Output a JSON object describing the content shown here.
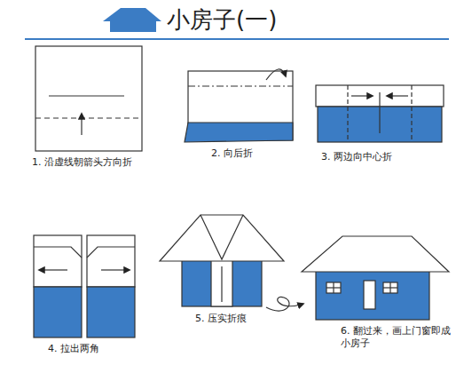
{
  "diagram": {
    "title": "小房子(一)",
    "labels": [
      "1. 沿虚线朝箭头方向折",
      "2. 向后折",
      "3. 两边向中心折",
      "4. 拉出两角",
      "5. 压实折痕",
      "6. 翻过来，画上门窗即成小房子"
    ]
  }
}
